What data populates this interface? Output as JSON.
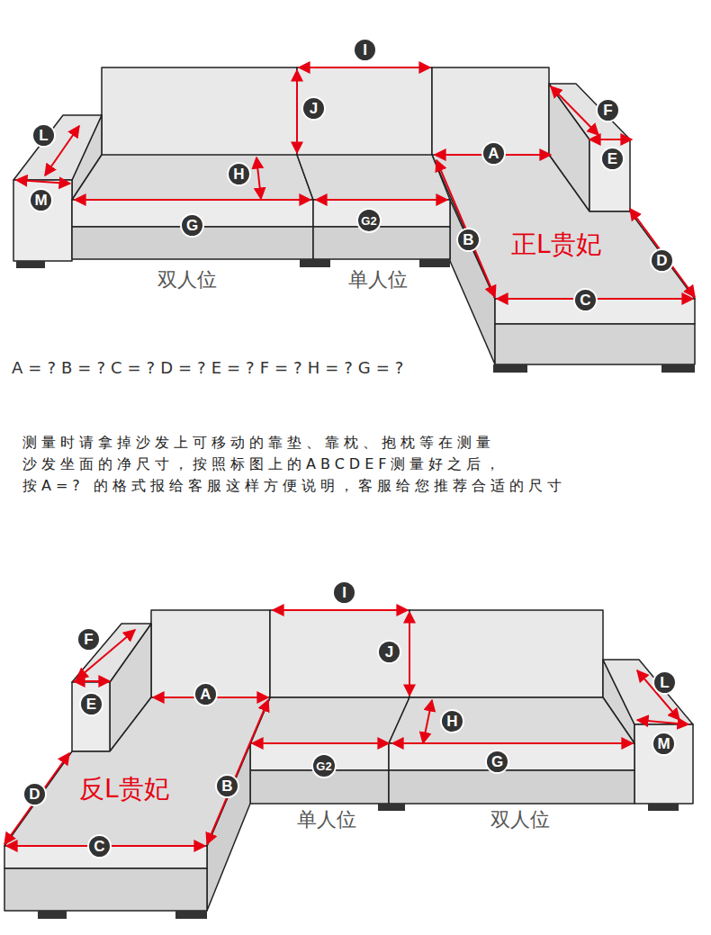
{
  "diagram": {
    "nodes": [
      {
        "text": [
          "I"
        ]
      },
      {
        "text": [
          "L"
        ]
      },
      {
        "text": [
          "J"
        ]
      },
      {
        "text": [
          "F"
        ]
      },
      {
        "text": [
          "H"
        ]
      },
      {
        "text": [
          "A"
        ]
      },
      {
        "text": [
          "E"
        ]
      },
      {
        "text": [
          "M"
        ]
      },
      {
        "text": [
          "G"
        ]
      },
      {
        "text": [
          "G2"
        ]
      },
      {
        "text": [
          "B"
        ]
      },
      {
        "text": [
          "D"
        ]
      },
      {
        "text": [
          "C"
        ]
      },
      {
        "text": [
          "I"
        ]
      },
      {
        "text": [
          "F"
        ]
      },
      {
        "text": [
          "J"
        ]
      },
      {
        "text": [
          "E"
        ]
      },
      {
        "text": [
          "A"
        ]
      },
      {
        "text": [
          "H"
        ]
      },
      {
        "text": [
          "L"
        ]
      },
      {
        "text": [
          "M"
        ]
      },
      {
        "text": [
          "G2"
        ]
      },
      {
        "text": [
          "G"
        ]
      },
      {
        "text": [
          "D"
        ]
      },
      {
        "text": [
          "B"
        ]
      },
      {
        "text": [
          "C"
        ]
      }
    ],
    "labels": [
      "正L贵妃",
      "双人位",
      "单人位",
      "A=?B=?C=?D=?E=?F=?H=?G=?",
      "测量时请拿掉沙发上可移动的靠垫、靠枕、抱枕等在测量",
      "沙发坐面的净尺寸，按照标图上的ABCDEF测量好之后，",
      "按A=? 的格式报给客服这样方便说明，客服给您推荐合适的尺寸",
      "反L贵妃",
      "单人位",
      "双人位"
    ]
  }
}
